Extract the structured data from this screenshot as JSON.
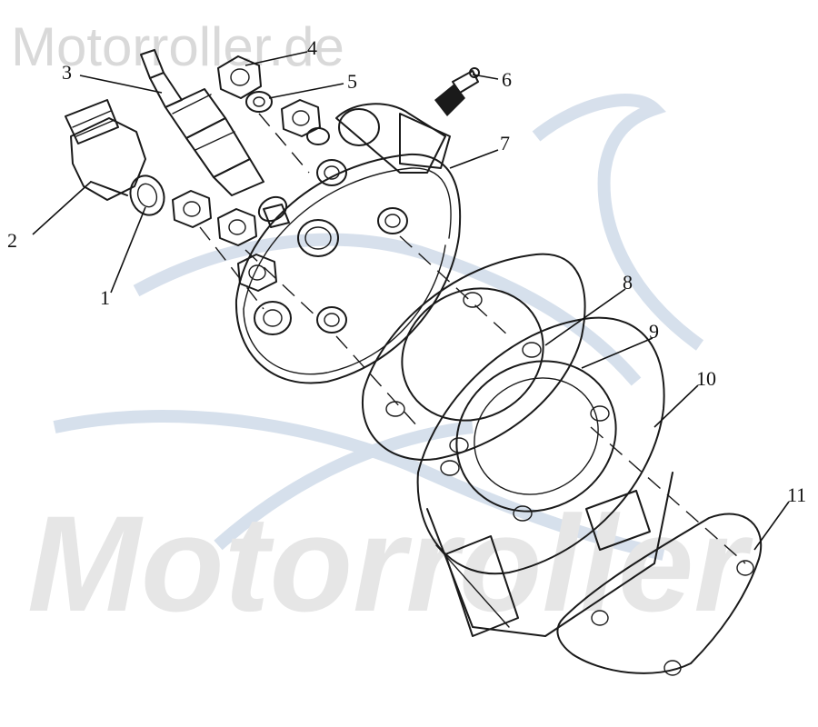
{
  "watermark": {
    "top_text": "Motorroller.de",
    "bottom_text": "Motorroller",
    "emblem_color": "#c9d6e6"
  },
  "callouts": [
    {
      "label": "1"
    },
    {
      "label": "2"
    },
    {
      "label": "3"
    },
    {
      "label": "4"
    },
    {
      "label": "5"
    },
    {
      "label": "6"
    },
    {
      "label": "7"
    },
    {
      "label": "8"
    },
    {
      "label": "9"
    },
    {
      "label": "10"
    },
    {
      "label": "11"
    }
  ],
  "colors": {
    "line": "#1a1a1a",
    "watermark_gray": "#d9d9d9"
  }
}
